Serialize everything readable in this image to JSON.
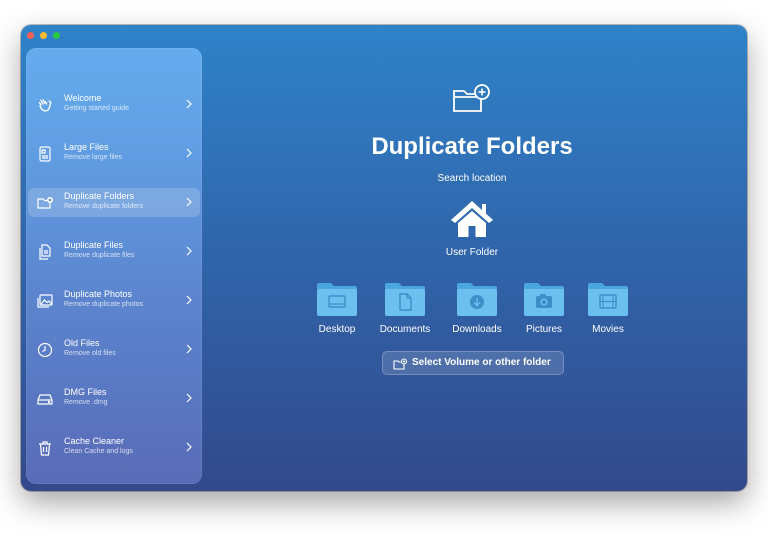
{
  "sidebar": {
    "items": [
      {
        "title": "Welcome",
        "subtitle": "Getting started guide",
        "icon": "wave-hand-icon"
      },
      {
        "title": "Large Files",
        "subtitle": "Remove large files",
        "icon": "large-file-icon"
      },
      {
        "title": "Duplicate Folders",
        "subtitle": "Remove duplicate folders",
        "icon": "folder-plus-icon",
        "active": true
      },
      {
        "title": "Duplicate Files",
        "subtitle": "Remove duplicate files",
        "icon": "duplicate-files-icon"
      },
      {
        "title": "Duplicate Photos",
        "subtitle": "Remove duplicate photos",
        "icon": "photos-icon"
      },
      {
        "title": "Old Files",
        "subtitle": "Remove old files",
        "icon": "clock-icon"
      },
      {
        "title": "DMG Files",
        "subtitle": "Remove .dmg",
        "icon": "drive-icon"
      },
      {
        "title": "Cache Cleaner",
        "subtitle": "Clean Cache and logs",
        "icon": "trash-icon"
      }
    ]
  },
  "main": {
    "title": "Duplicate Folders",
    "search_label": "Search location",
    "home_label": "User Folder",
    "folders": [
      {
        "label": "Desktop",
        "icon": "desktop-folder-icon"
      },
      {
        "label": "Documents",
        "icon": "documents-folder-icon"
      },
      {
        "label": "Downloads",
        "icon": "downloads-folder-icon"
      },
      {
        "label": "Pictures",
        "icon": "pictures-folder-icon"
      },
      {
        "label": "Movies",
        "icon": "movies-folder-icon"
      }
    ],
    "select_button": "Select Volume or other folder"
  },
  "colors": {
    "window_top": "#2f83c9",
    "window_bottom": "#32498c",
    "folder_blue": "#6cc0f0"
  }
}
